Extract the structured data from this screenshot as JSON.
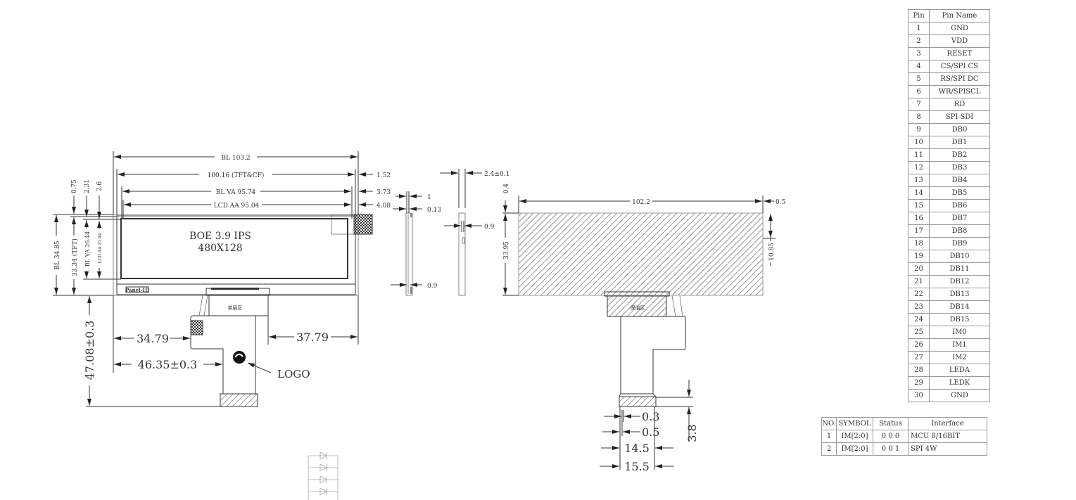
{
  "front_view": {
    "panel_title": "BOE 3.9 IPS",
    "panel_resolution": "480X128",
    "panel_id_label": "Panel-ID",
    "fpc_zone_label": "单层区",
    "logo_label": "LOGO",
    "dims": {
      "bl_width": "BL 103.2",
      "tft_cf_width": "100.16 (TFT&CF)",
      "bl_va_width": "BL VA 95.74",
      "lcd_aa_width": "LCD AA 95.04",
      "offset_1_52": "1.52",
      "offset_3_73": "3.73",
      "offset_4_08": "4.08",
      "offset_0_75": "0.75",
      "offset_2_31": "2.31",
      "offset_2_6": "2.6",
      "bl_height": "BL 34.85",
      "tft_height": "33.34 (TFT)",
      "bl_va_height": "BL VA 26.44",
      "lcd_aa_height": "LCD AA 25.94",
      "fpc_left_34_79": "34.79",
      "fpc_right_37_79": "37.79",
      "fpc_left_46_35": "46.35±0.3",
      "fpc_length": "47.08±0.3"
    }
  },
  "side_view": {
    "dims": {
      "d1": "1",
      "d2": "0.13",
      "d3": "0.9",
      "thickness": "2.4±0.1",
      "d4": "0.9"
    }
  },
  "back_view": {
    "stiffener_label": "保油区",
    "dims": {
      "width": "102.2",
      "right_offset": "0.5",
      "top_offset": "0.4",
      "height": "33.95",
      "right_height": "10.85",
      "pitch": "0.3",
      "pin_pitch": "0.5",
      "pins_width": "14.5",
      "connector_width": "15.5",
      "connector_length": "3.8"
    }
  },
  "pin_table": {
    "headers": [
      "Pin",
      "Pin Name"
    ],
    "rows": [
      [
        "1",
        "GND"
      ],
      [
        "2",
        "VDD"
      ],
      [
        "3",
        "RESET"
      ],
      [
        "4",
        "CS/SPI CS"
      ],
      [
        "5",
        "RS/SPI DC"
      ],
      [
        "6",
        "WR/SPISCL"
      ],
      [
        "7",
        "RD"
      ],
      [
        "8",
        "SPI SDI"
      ],
      [
        "9",
        "DB0"
      ],
      [
        "10",
        "DB1"
      ],
      [
        "11",
        "DB2"
      ],
      [
        "12",
        "DB3"
      ],
      [
        "13",
        "DB4"
      ],
      [
        "14",
        "DB5"
      ],
      [
        "15",
        "DB6"
      ],
      [
        "16",
        "DB7"
      ],
      [
        "17",
        "DB8"
      ],
      [
        "18",
        "DB9"
      ],
      [
        "19",
        "DB10"
      ],
      [
        "20",
        "DB11"
      ],
      [
        "21",
        "DB12"
      ],
      [
        "22",
        "DB13"
      ],
      [
        "23",
        "DB14"
      ],
      [
        "24",
        "DB15"
      ],
      [
        "25",
        "IM0"
      ],
      [
        "26",
        "IM1"
      ],
      [
        "27",
        "IM2"
      ],
      [
        "28",
        "LEDA"
      ],
      [
        "29",
        "LEDK"
      ],
      [
        "30",
        "GND"
      ]
    ]
  },
  "interface_table": {
    "headers": [
      "NO.",
      "SYMBOL",
      "Status",
      "Interface"
    ],
    "rows": [
      [
        "1",
        "IM[2:0]",
        "0 0 0",
        "MCU 8/16BIT"
      ],
      [
        "2",
        "IM[2:0]",
        "0 0 1",
        "SPI 4W"
      ]
    ]
  }
}
